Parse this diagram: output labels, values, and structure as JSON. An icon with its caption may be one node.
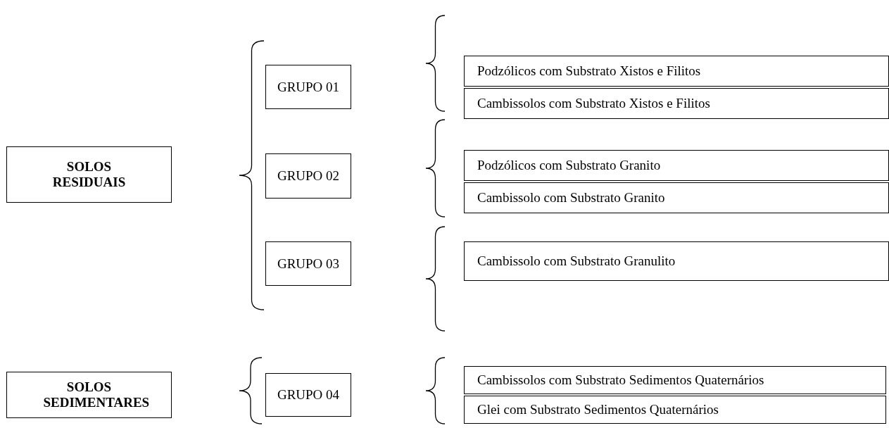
{
  "diagram": {
    "nodes": [
      {
        "text": [
          "SOLOS RESIDUAIS"
        ]
      },
      {
        "text": [
          "GRUPO 01"
        ]
      },
      {
        "text": [
          "Podzólicos com Substrato Xistos e Filitos"
        ]
      },
      {
        "text": [
          "Cambissolos com Substrato Xistos e Filitos"
        ]
      },
      {
        "text": [
          "GRUPO 02"
        ]
      },
      {
        "text": [
          "Podzólicos com Substrato Granito"
        ]
      },
      {
        "text": [
          "Cambissolo com Substrato Granito"
        ]
      },
      {
        "text": [
          "GRUPO 03"
        ]
      },
      {
        "text": [
          "Cambissolo com Substrato Granulito"
        ]
      },
      {
        "text": [
          "SOLOS SEDIMENTARES"
        ]
      },
      {
        "text": [
          "GRUPO 04"
        ]
      },
      {
        "text": [
          "Cambissolos com Substrato Sedimentos Quaternários"
        ]
      },
      {
        "text": [
          "Glei com Substrato Sedimentos Quaternários"
        ]
      }
    ]
  }
}
